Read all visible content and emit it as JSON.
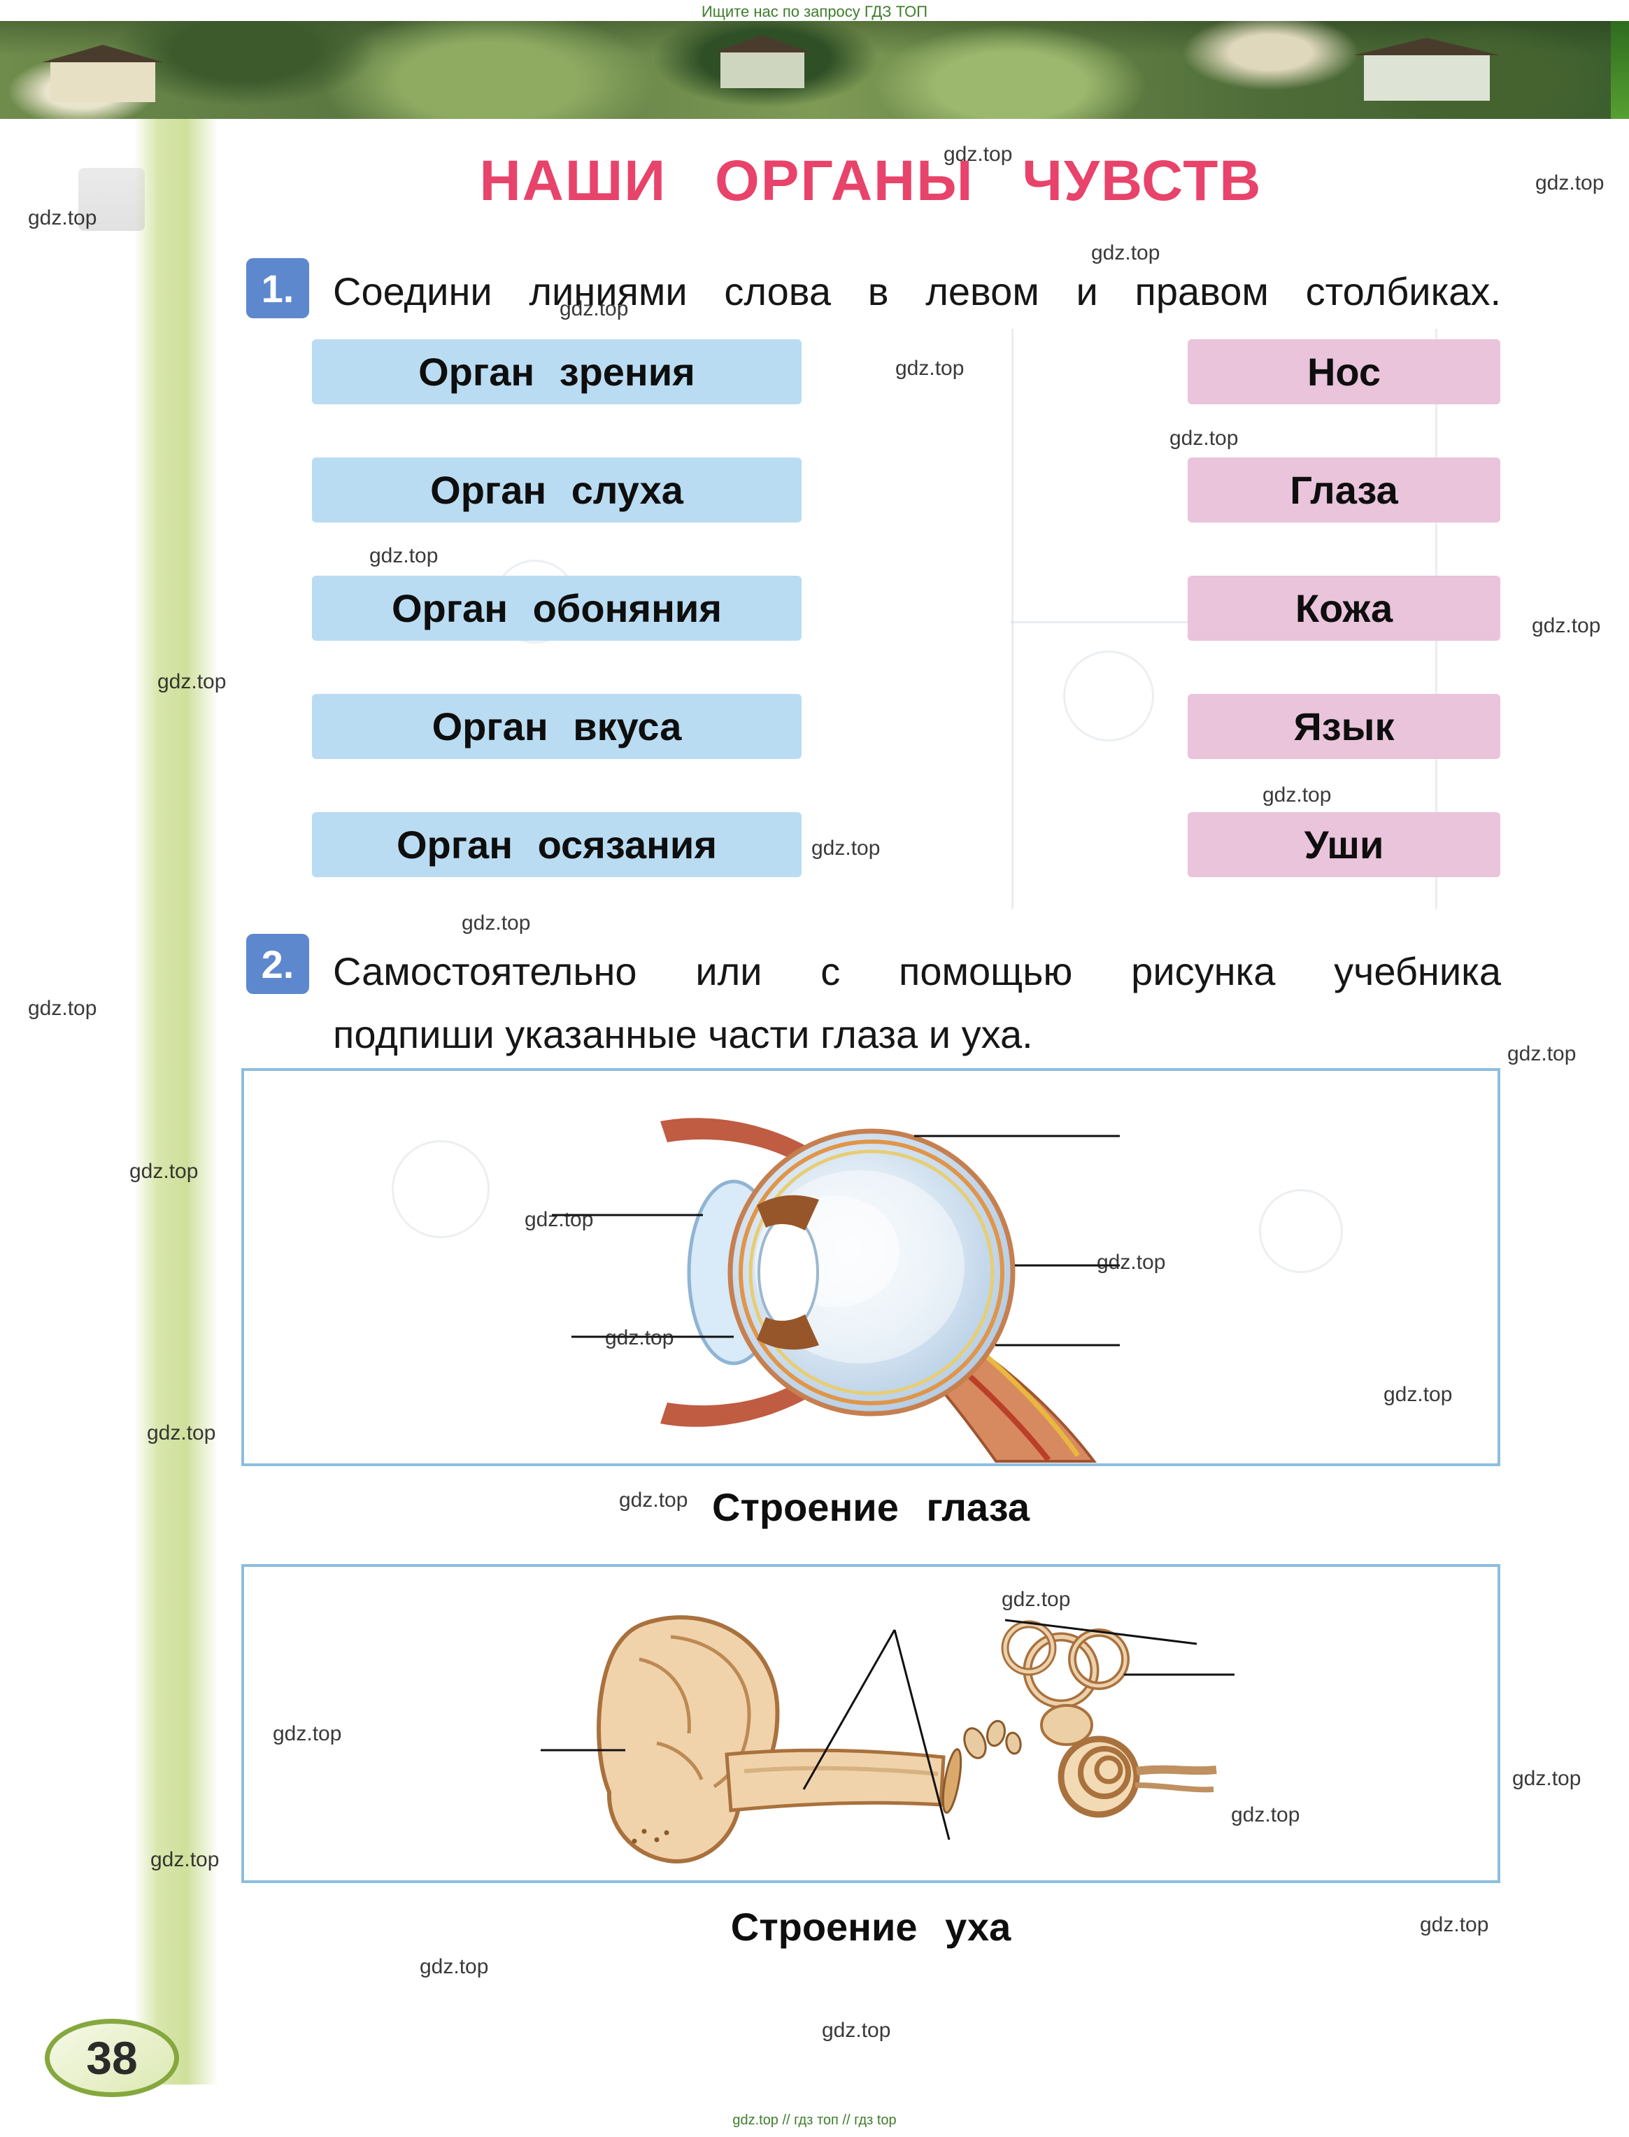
{
  "page": {
    "top_note": "Ищите нас по запросу ГДЗ ТОП",
    "title": "НАШИ ОРГАНЫ ЧУВСТВ",
    "page_number": "38",
    "footer": "gdz.top // гдз топ // гдз top",
    "watermark": "gdz.top"
  },
  "exercise1": {
    "number": "1.",
    "instruction": "Соедини линиями слова в левом и правом столбиках.",
    "left_column": [
      "Орган зрения",
      "Орган слуха",
      "Орган обоняния",
      "Орган вкуса",
      "Орган осязания"
    ],
    "right_column": [
      "Нос",
      "Глаза",
      "Кожа",
      "Язык",
      "Уши"
    ]
  },
  "exercise2": {
    "number": "2.",
    "instruction_line1": "Самостоятельно или с помощью рисунка учебника",
    "instruction_line2": "подпиши указанные части глаза и уха.",
    "figure_eye_caption": "Строение глаза",
    "figure_ear_caption": "Строение уха"
  },
  "colors": {
    "title_red": "#e8436a",
    "left_box_blue": "#badcf2",
    "right_box_pink": "#e9c4da",
    "number_badge_blue": "#5d88cd",
    "frame_border_blue": "#8cbede",
    "side_band_green": "#d8e6ac",
    "gdz_green": "#3f7d2c"
  }
}
